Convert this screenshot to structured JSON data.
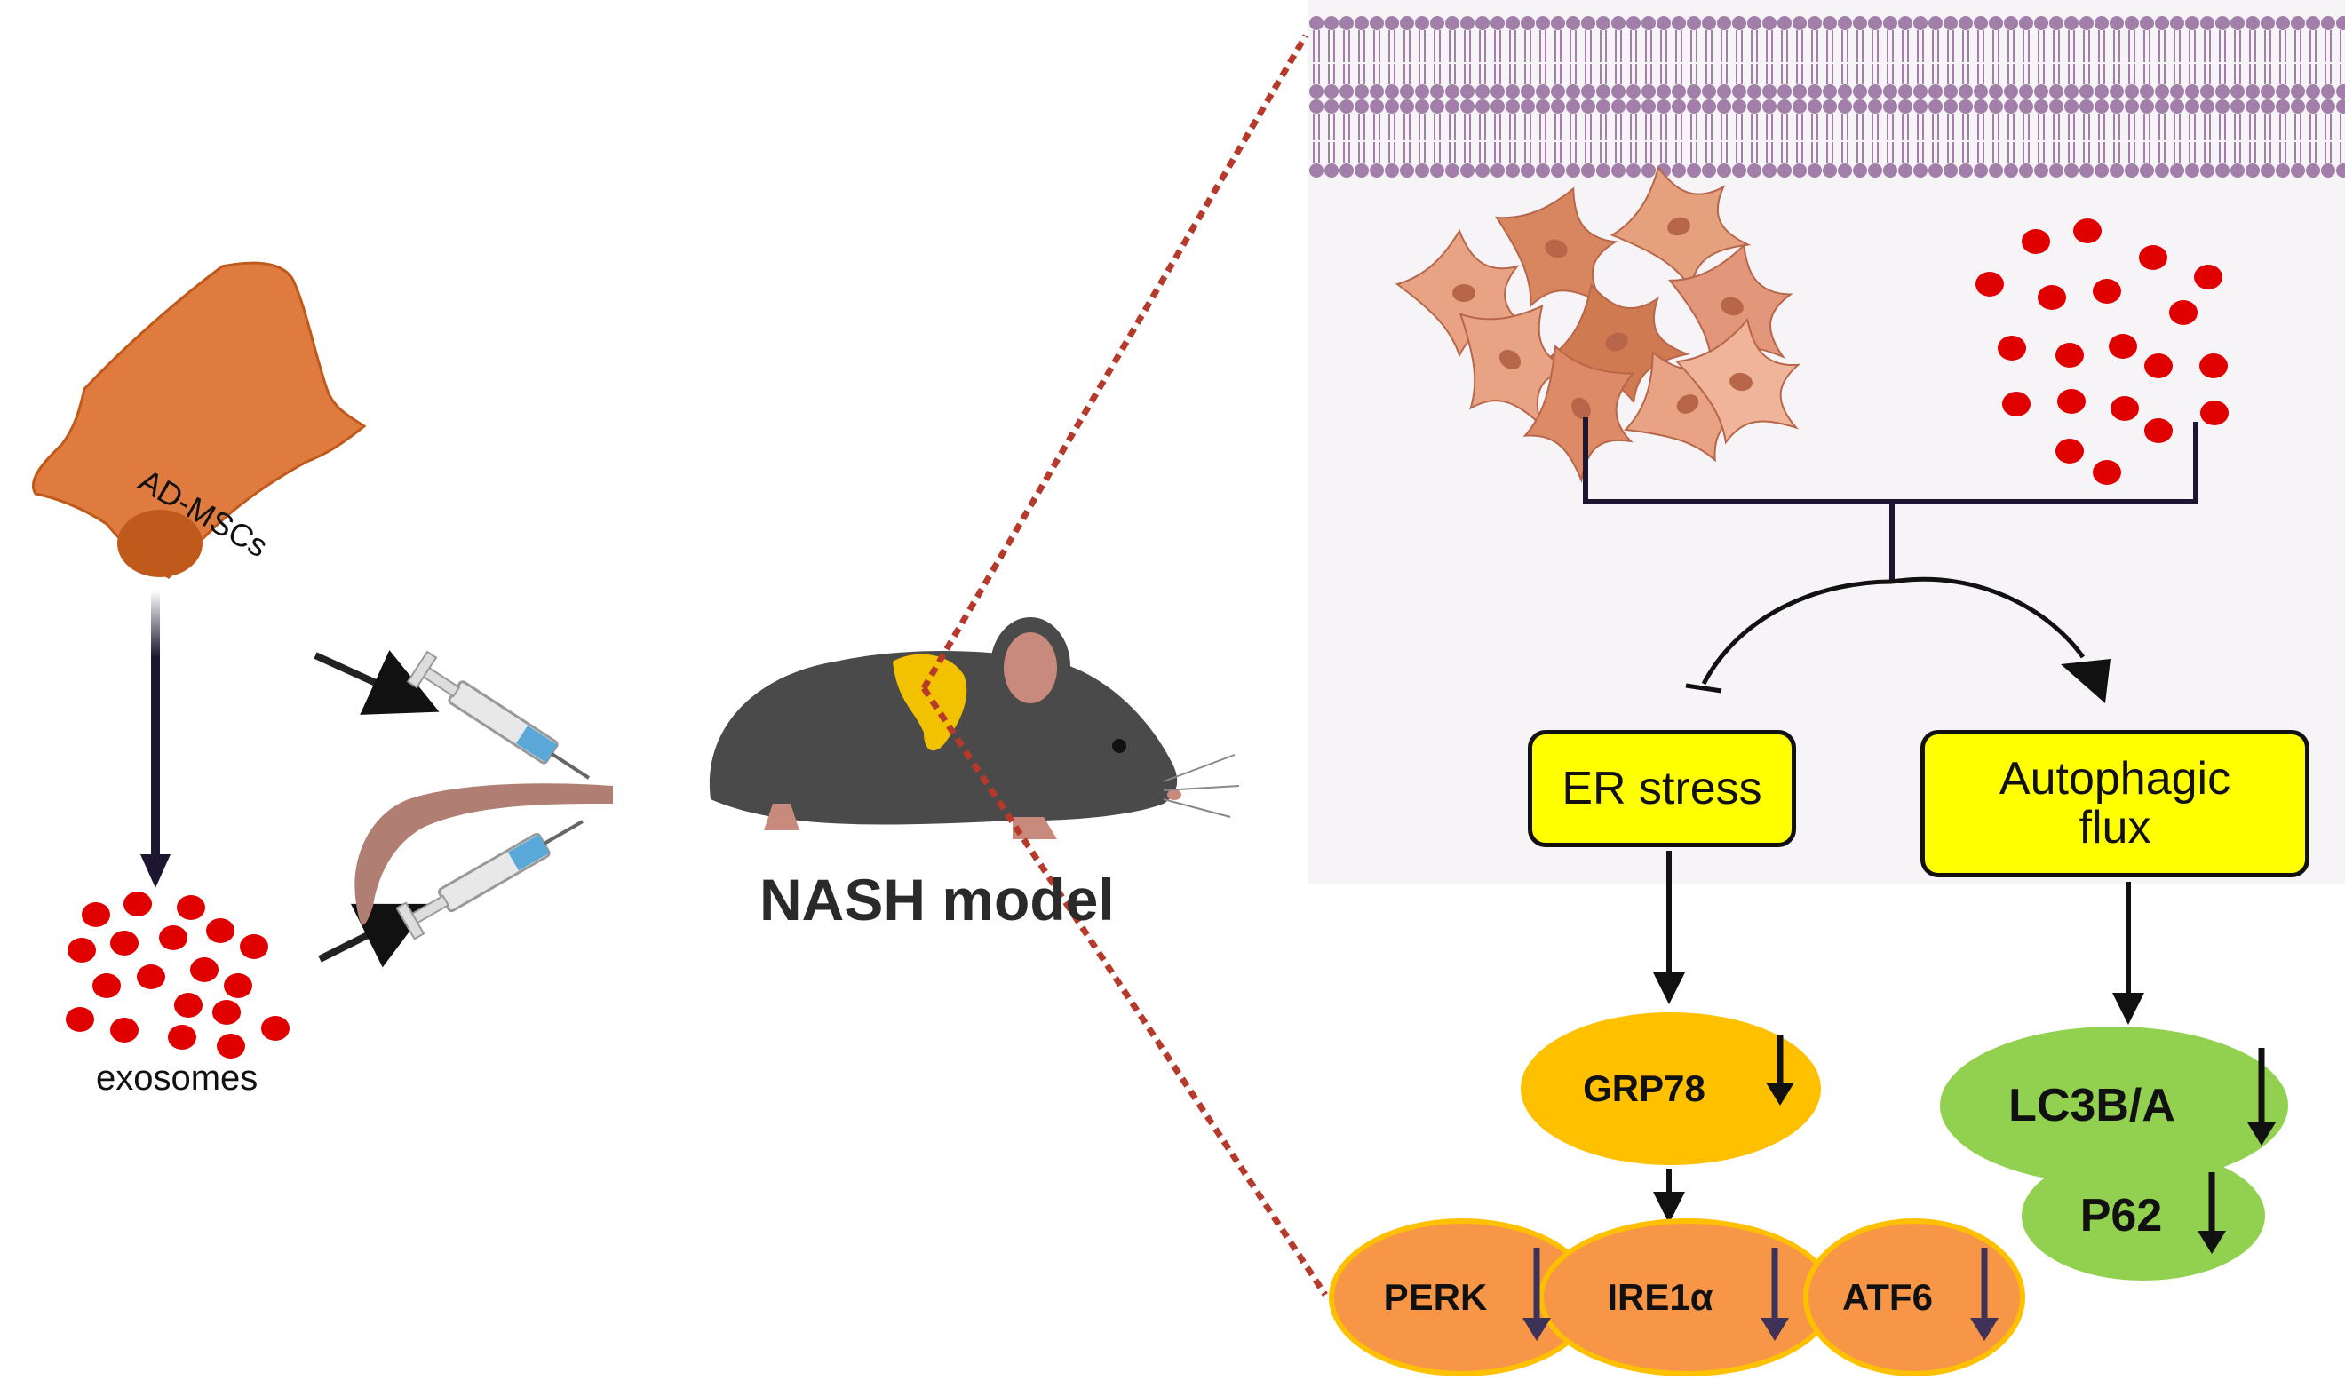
{
  "labels": {
    "cell": "AD-MSCs",
    "exosomes": "exosomes",
    "model": "NASH model"
  },
  "pathway": {
    "er_stress": "ER stress",
    "autophagic_flux_line1": "Autophagic",
    "autophagic_flux_line2": "flux",
    "grp78": "GRP78",
    "perk": "PERK",
    "ire1a": "IRE1α",
    "atf6": "ATF6",
    "lc3": "LC3B/A",
    "p62": "P62"
  },
  "colors": {
    "cell_body": "#e07b3f",
    "cell_nucleus": "#c05a1c",
    "exosome": "#e00000",
    "membrane": "#a17fa8",
    "panel_bg": "#f7f4f8",
    "box_fill": "#ffff00",
    "grp78_fill": "#ffc000",
    "upr_fill": "#f79646",
    "autophagy_fill": "#92d050",
    "dotted_line": "#b53a2b",
    "mouse": "#4a4a4a",
    "tail": "#b07e72",
    "liver": "#f2c200"
  },
  "icons": [
    "syringe-icon",
    "mouse-icon",
    "liver-icon",
    "down-arrow-icon",
    "membrane-icon"
  ]
}
